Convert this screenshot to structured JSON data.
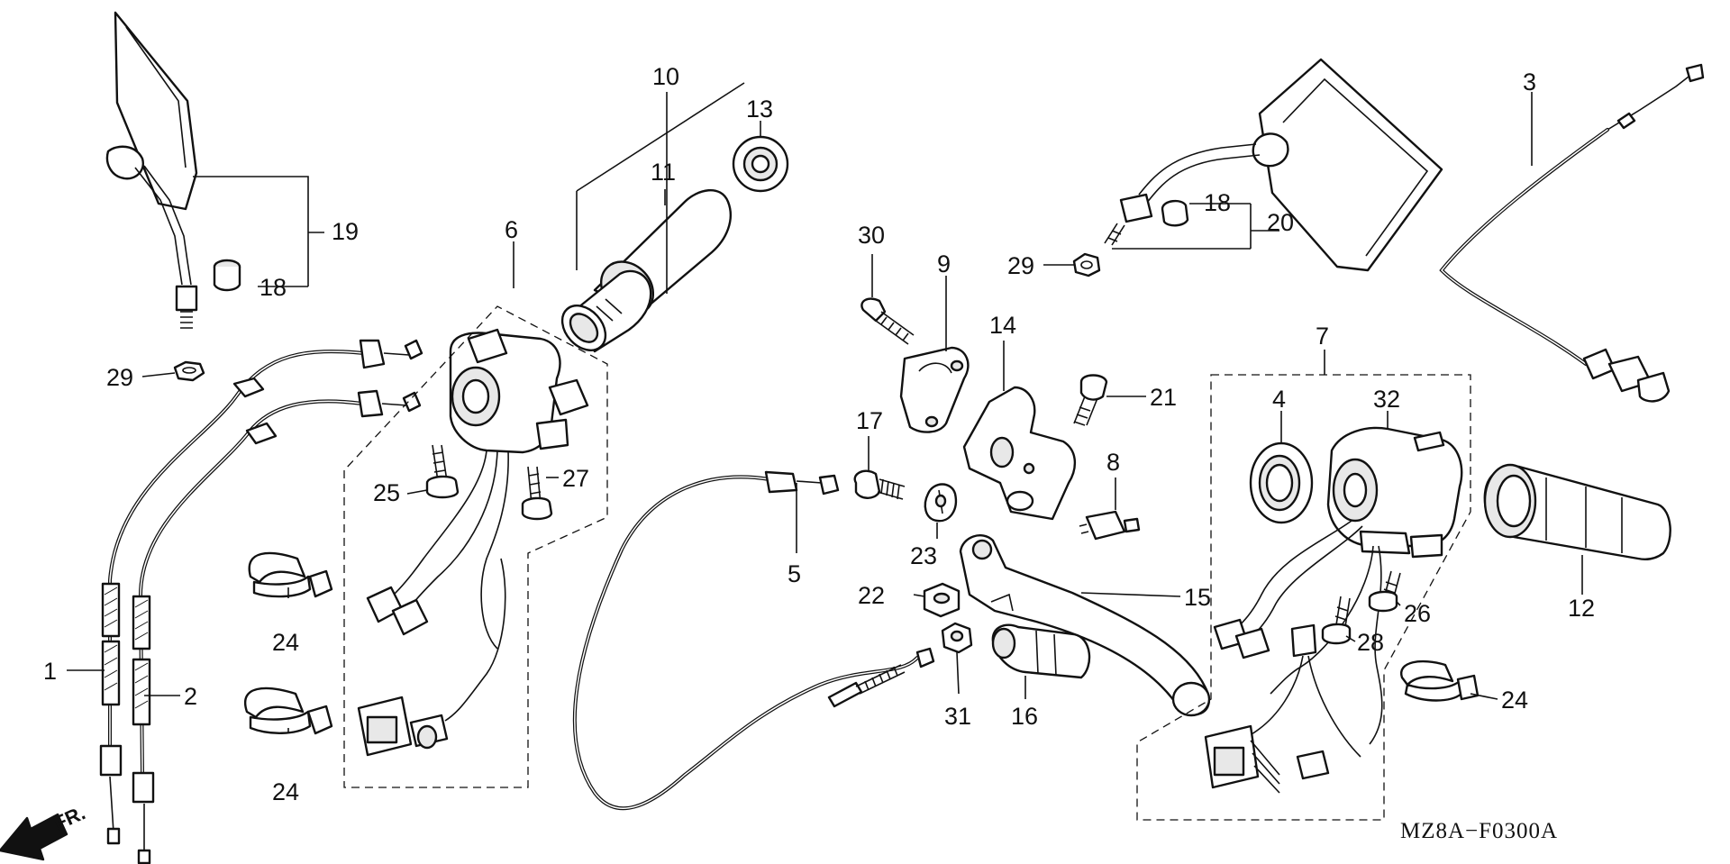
{
  "diagram_code": "MZ8A−F0300A",
  "direction_label": "FR.",
  "callouts": [
    {
      "id": "c1",
      "label": "1"
    },
    {
      "id": "c2",
      "label": "2"
    },
    {
      "id": "c3",
      "label": "3"
    },
    {
      "id": "c4",
      "label": "4"
    },
    {
      "id": "c5",
      "label": "5"
    },
    {
      "id": "c6",
      "label": "6"
    },
    {
      "id": "c7",
      "label": "7"
    },
    {
      "id": "c8",
      "label": "8"
    },
    {
      "id": "c9",
      "label": "9"
    },
    {
      "id": "c10",
      "label": "10"
    },
    {
      "id": "c11",
      "label": "11"
    },
    {
      "id": "c12",
      "label": "12"
    },
    {
      "id": "c13",
      "label": "13"
    },
    {
      "id": "c14",
      "label": "14"
    },
    {
      "id": "c15",
      "label": "15"
    },
    {
      "id": "c16",
      "label": "16"
    },
    {
      "id": "c17",
      "label": "17"
    },
    {
      "id": "c18a",
      "label": "18"
    },
    {
      "id": "c18b",
      "label": "18"
    },
    {
      "id": "c19",
      "label": "19"
    },
    {
      "id": "c20",
      "label": "20"
    },
    {
      "id": "c21",
      "label": "21"
    },
    {
      "id": "c22",
      "label": "22"
    },
    {
      "id": "c23",
      "label": "23"
    },
    {
      "id": "c24a",
      "label": "24"
    },
    {
      "id": "c24b",
      "label": "24"
    },
    {
      "id": "c24c",
      "label": "24"
    },
    {
      "id": "c25",
      "label": "25"
    },
    {
      "id": "c26",
      "label": "26"
    },
    {
      "id": "c27",
      "label": "27"
    },
    {
      "id": "c28",
      "label": "28"
    },
    {
      "id": "c29a",
      "label": "29"
    },
    {
      "id": "c29b",
      "label": "29"
    },
    {
      "id": "c30",
      "label": "30"
    },
    {
      "id": "c31",
      "label": "31"
    },
    {
      "id": "c32",
      "label": "32"
    }
  ]
}
